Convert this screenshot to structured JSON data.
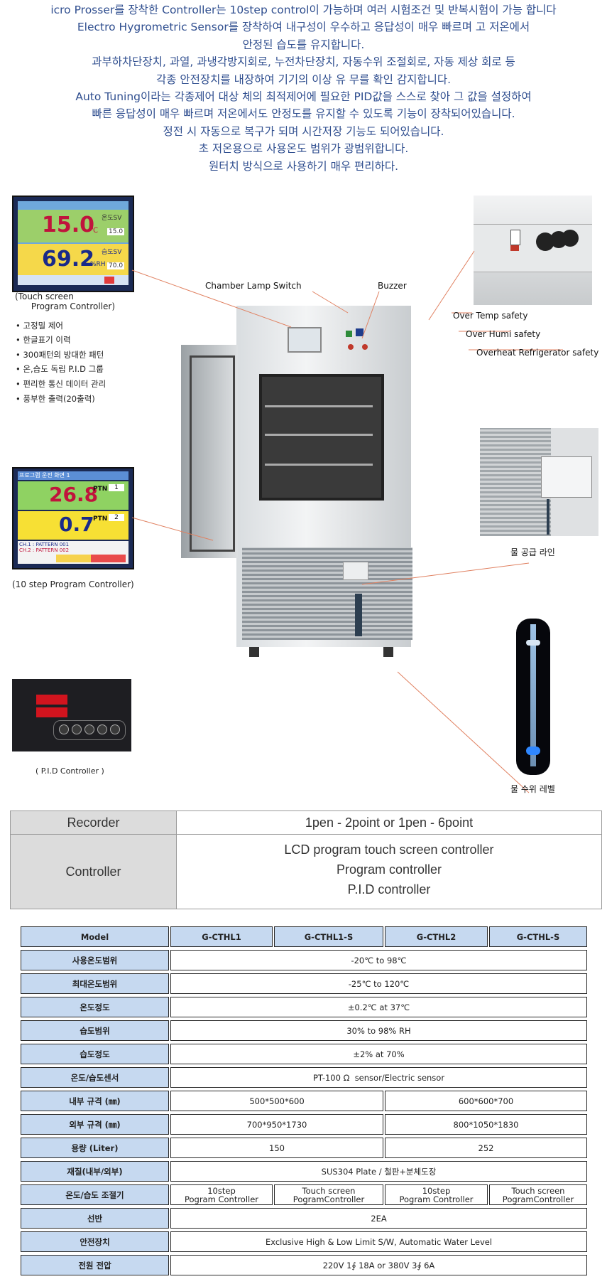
{
  "intro": [
    "icro Prosser를 장착한 Controller는 10step control이 가능하며 여러 시험조건 및 반복시험이 가능 합니다",
    "Electro Hygrometric Sensor를 장착하여 내구성이 우수하고 응답성이 매우 빠르며 고 저온에서",
    "안정된 습도를 유지합니다.",
    "과부하차단장치, 과열, 과냉각방지회로, 누전차단장치, 자동수위 조절회로, 자동 제상 회로 등",
    "각종 안전장치를 내장하여 기기의 이상 유 무를 확인 감지합니다.",
    "Auto Tuning이라는 각종제어 대상 체의 최적제어에 필요한 PID값을 스스로 찾아 그 값을 설정하여",
    "빠른 응답성이 매우 빠르며 저온에서도 안정도를 유지할 수 있도록 기능이 장착되어있습니다.",
    "정전 시 자동으로 복구가 되며 시간저장 기능도 되어있습니다.",
    "초 저온용으로 사용온도 범위가 광범위합니다.",
    "원터치 방식으로 사용하기 매우 편리하다."
  ],
  "touch_panel": {
    "temp": "15.0",
    "temp_unit": "℃",
    "temp_tag": "온도SV",
    "temp_sv": "15.0",
    "humi": "69.2",
    "humi_unit": "%RH",
    "humi_tag": "습도SV",
    "humi_sv": "70.0"
  },
  "step_panel": {
    "title": "프로그램 운전 화면 1",
    "temp": "26.8",
    "ptn1": "PTN",
    "ptn1_val": "1",
    "humi": "0.7",
    "ptn2": "PTN",
    "ptn2_val": "2",
    "ch1": "CH.1 : PATTERN  001",
    "ch2": "CH.2 : PATTERN  002"
  },
  "captions": {
    "touch": "(Touch screen\n      Program Controller)",
    "step": "(10 step  Program Controller)",
    "pid": "( P.I.D Controller )"
  },
  "features": [
    "• 고정밀 제어",
    "• 한글표기 이력",
    "• 300패턴의 방대한 패턴",
    "• 온,습도 독립 P.I.D 그룹",
    "• 편리한 통신 데이터 관리",
    "• 풍부한 출력(20출력)"
  ],
  "callouts": {
    "lamp": "Chamber Lamp Switch",
    "buzzer": "Buzzer",
    "over_temp": "Over Temp safety",
    "over_humi": "Over Humi safety",
    "overheat": "Overheat Refrigerator safety",
    "water_line": "물 공급 라인",
    "water_level": "물 수위 레벨"
  },
  "recorder_table": {
    "recorder_label": "Recorder",
    "recorder_value": "1pen - 2point or 1pen - 6point",
    "controller_label": "Controller",
    "controller_values": [
      "LCD program touch screen controller",
      "Program controller",
      "P.I.D controller"
    ]
  },
  "spec_table": {
    "header": [
      "Model",
      "G-CTHL1",
      "G-CTHL1-S",
      "G-CTHL2",
      "G-CTHL-S"
    ],
    "rows": [
      {
        "label": "사용온도범위",
        "values": [
          "-20℃ to 98℃"
        ]
      },
      {
        "label": "최대온도범위",
        "values": [
          "-25℃ to 120℃"
        ]
      },
      {
        "label": "온도정도",
        "values": [
          "±0.2℃ at 37℃"
        ]
      },
      {
        "label": "습도범위",
        "values": [
          "30% to 98% RH"
        ]
      },
      {
        "label": "습도정도",
        "values": [
          "±2% at 70%"
        ]
      },
      {
        "label": "온도/습도센서",
        "values": [
          "PT-100 Ω  sensor/Electric sensor"
        ]
      },
      {
        "label": "내부 규격 (㎜)",
        "values": [
          "500*500*600",
          "600*600*700"
        ]
      },
      {
        "label": "외부 규격 (㎜)",
        "values": [
          "700*950*1730",
          "800*1050*1830"
        ]
      },
      {
        "label": "용량 (Liter)",
        "values": [
          "150",
          "252"
        ]
      },
      {
        "label": "재질(내부/외부)",
        "values": [
          "SUS304 Plate / 철판+분체도장"
        ]
      },
      {
        "label": "온도/습도 조절기",
        "values": [
          "10step\nPogram Controller",
          "Touch screen\nPogramController",
          "10step\nPogram Controller",
          "Touch screen\nPogramController"
        ]
      },
      {
        "label": "선반",
        "values": [
          "2EA"
        ]
      },
      {
        "label": "안전장치",
        "values": [
          "Exclusive High & Low Limit S/W, Automatic Water Level"
        ]
      },
      {
        "label": "전원 전압",
        "values": [
          "220V 1∮ 18A or 380V 3∮ 6A"
        ]
      }
    ]
  }
}
